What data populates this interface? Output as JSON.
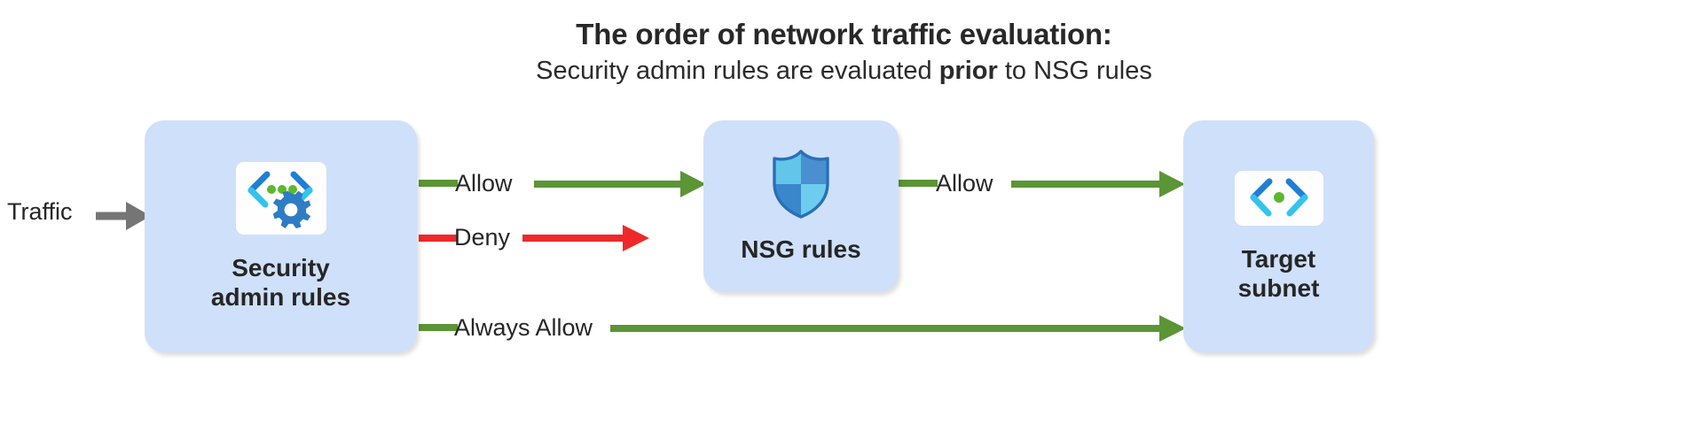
{
  "heading": {
    "title": "The order of network traffic evaluation:",
    "subtitle_prefix": "Security admin rules are evaluated ",
    "subtitle_emphasis": "prior",
    "subtitle_suffix": " to NSG rules"
  },
  "entry": {
    "label": "Traffic",
    "arrow_color": "#757575"
  },
  "nodes": [
    {
      "id": "security-admin-rules",
      "label": "Security\nadmin rules",
      "icon": "code-brackets-gear-icon",
      "fill": "#cfe0fa"
    },
    {
      "id": "nsg-rules",
      "label": "NSG rules",
      "icon": "shield-icon",
      "fill": "#cfe0fa"
    },
    {
      "id": "target-subnet",
      "label": "Target\nsubnet",
      "icon": "subnet-brackets-icon",
      "fill": "#cfe0fa"
    }
  ],
  "edges": [
    {
      "id": "allow-to-nsg",
      "label": "Allow",
      "color": "#5b9535",
      "from": "security-admin-rules",
      "to": "nsg-rules",
      "terminates": true
    },
    {
      "id": "deny",
      "label": "Deny",
      "color": "#ef2929",
      "from": "security-admin-rules",
      "to": "",
      "terminates": false
    },
    {
      "id": "allow-to-target",
      "label": "Allow",
      "color": "#5b9535",
      "from": "nsg-rules",
      "to": "target-subnet",
      "terminates": true
    },
    {
      "id": "always-allow",
      "label": "Always Allow",
      "color": "#5b9535",
      "from": "security-admin-rules",
      "to": "target-subnet",
      "terminates": true
    }
  ],
  "palette": {
    "box_fill": "#cfe0fa",
    "green": "#5b9535",
    "red": "#ef2929",
    "gray": "#757575",
    "text": "#262626"
  }
}
